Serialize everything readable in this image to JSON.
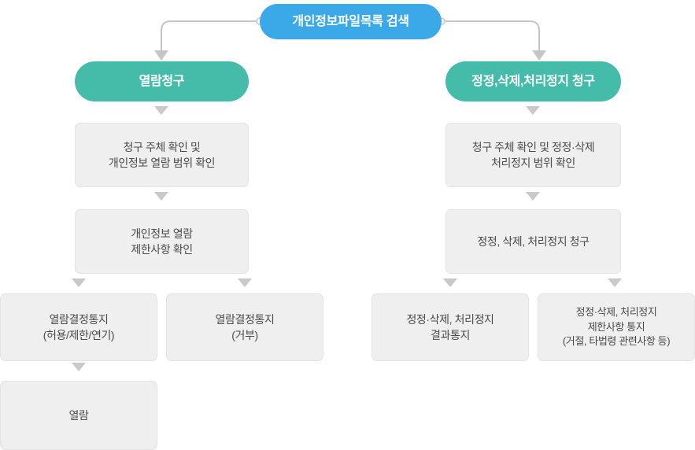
{
  "diagram": {
    "title_node": {
      "label": "개인정보파일목록 검색",
      "color": "#3BA9E8"
    },
    "branches": [
      {
        "label": "열람청구",
        "color": "#45BCAA"
      },
      {
        "label": "정정,삭제,처리정지 청구",
        "color": "#45BCAA"
      }
    ],
    "box_color": "#EFEFEF",
    "arrow_color": "#C9C9C9",
    "left_column": {
      "step1": {
        "line1": "청구 주체 확인 및",
        "line2": "개인정보 열람 범위 확인"
      },
      "step2": {
        "line1": "개인정보 열람",
        "line2": "제한사항 확인"
      },
      "outcome_a": {
        "line1": "열람결정통지",
        "line2": "(허용/제한/연기)"
      },
      "outcome_b": {
        "line1": "열람결정통지",
        "line2": "(거부)"
      },
      "final": {
        "line1": "열람"
      }
    },
    "right_column": {
      "step1": {
        "line1": "청구 주체 확인 및 정정·삭제",
        "line2": "처리정지 범위 확인"
      },
      "step2": {
        "line1": "정정, 삭제, 처리정지 청구"
      },
      "outcome_a": {
        "line1": "정정·삭제, 처리정지",
        "line2": "결과통지"
      },
      "outcome_b": {
        "line1": "정정·삭제, 처리정지",
        "line2": "제한사항 통지",
        "line3": "(거절, 타법령 관련사항 등)"
      }
    }
  }
}
